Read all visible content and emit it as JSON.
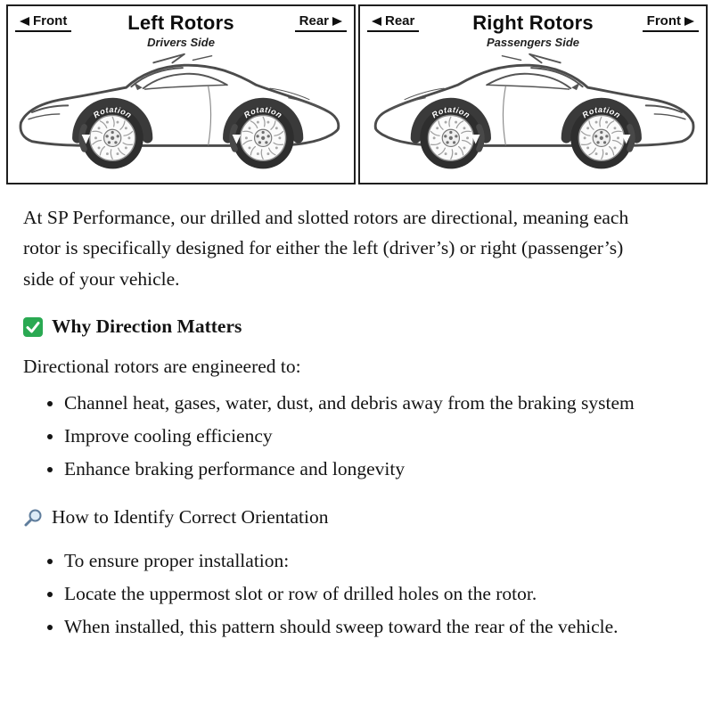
{
  "diagram": {
    "left_panel": {
      "front_label": "Front",
      "rear_label": "Rear",
      "title": "Left Rotors",
      "subtitle": "Drivers Side",
      "rotation_label": "Rotation"
    },
    "right_panel": {
      "rear_label": "Rear",
      "front_label": "Front",
      "title": "Right Rotors",
      "subtitle": "Passengers Side",
      "rotation_label": "Rotation"
    }
  },
  "content": {
    "intro": "At SP Performance, our drilled and slotted rotors are directional, meaning each rotor is specifically designed for either the left (driver’s) or right (passenger’s) side of your vehicle.",
    "section1": {
      "icon": "check-icon",
      "heading": "Why Direction Matters",
      "lead": "Directional rotors are engineered to:",
      "bullets": [
        "Channel heat, gases, water, dust, and debris away from the braking system",
        "Improve cooling efficiency",
        "Enhance braking performance and longevity"
      ]
    },
    "section2": {
      "icon": "magnifier-icon",
      "heading": "How to Identify Correct Orientation",
      "bullets": [
        "To ensure proper installation:",
        "Locate the uppermost slot or row of drilled holes on the rotor.",
        "When installed, this pattern should sweep toward the rear of the vehicle."
      ]
    }
  },
  "colors": {
    "check_green": "#2aa952",
    "magnifier_blue": "#5f7d9c",
    "line_art": "#4b4b4b",
    "tire": "#2e2e2e"
  }
}
